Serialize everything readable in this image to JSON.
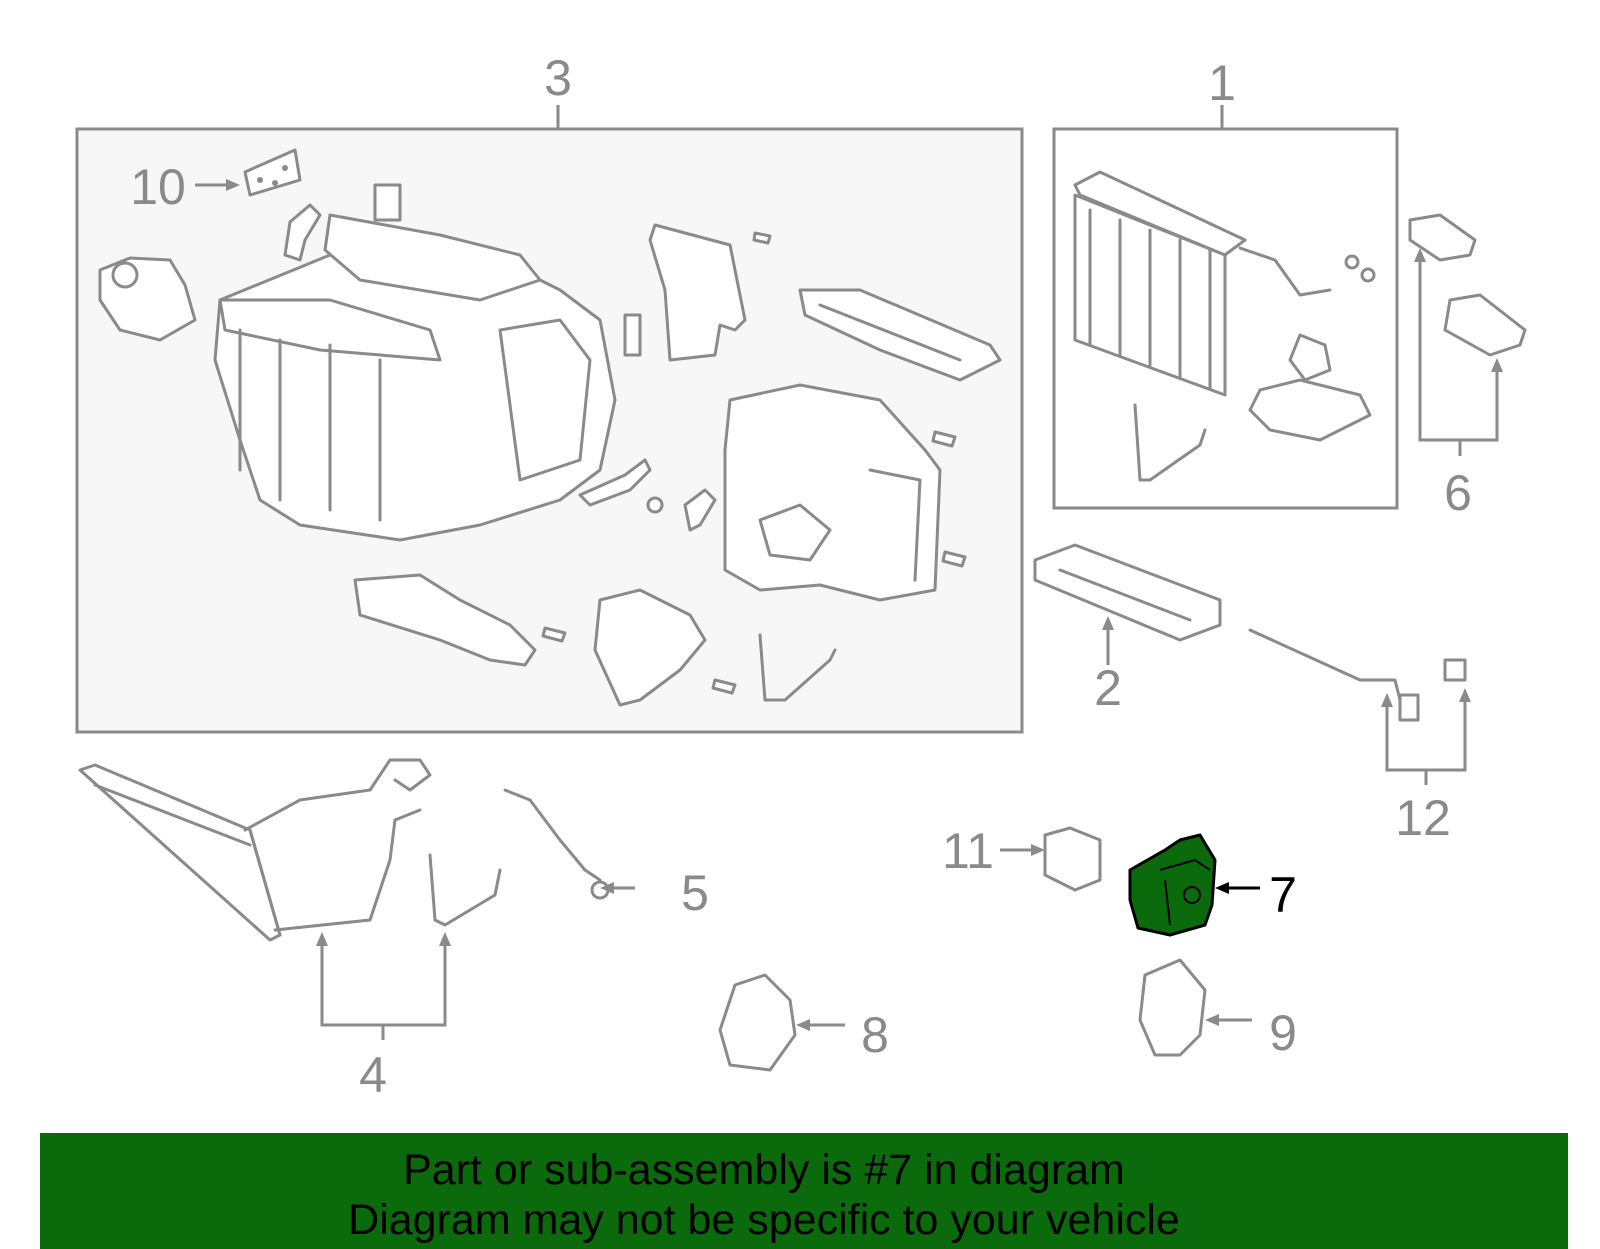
{
  "callouts": [
    {
      "id": "1",
      "label": "1"
    },
    {
      "id": "2",
      "label": "2"
    },
    {
      "id": "3",
      "label": "3"
    },
    {
      "id": "4",
      "label": "4"
    },
    {
      "id": "5",
      "label": "5"
    },
    {
      "id": "6",
      "label": "6"
    },
    {
      "id": "7",
      "label": "7"
    },
    {
      "id": "8",
      "label": "8"
    },
    {
      "id": "9",
      "label": "9"
    },
    {
      "id": "10",
      "label": "10"
    },
    {
      "id": "11",
      "label": "11"
    },
    {
      "id": "12",
      "label": "12"
    }
  ],
  "highlighted_part": "7",
  "colors": {
    "highlight": "#0b6a0b",
    "outline": "#8a8a8a",
    "panel": "#f7f7f7",
    "banner": "#0b6a0b"
  },
  "banner": {
    "line1": "Part or sub-assembly is #7 in diagram",
    "line2": "Diagram may not be specific to your vehicle"
  }
}
